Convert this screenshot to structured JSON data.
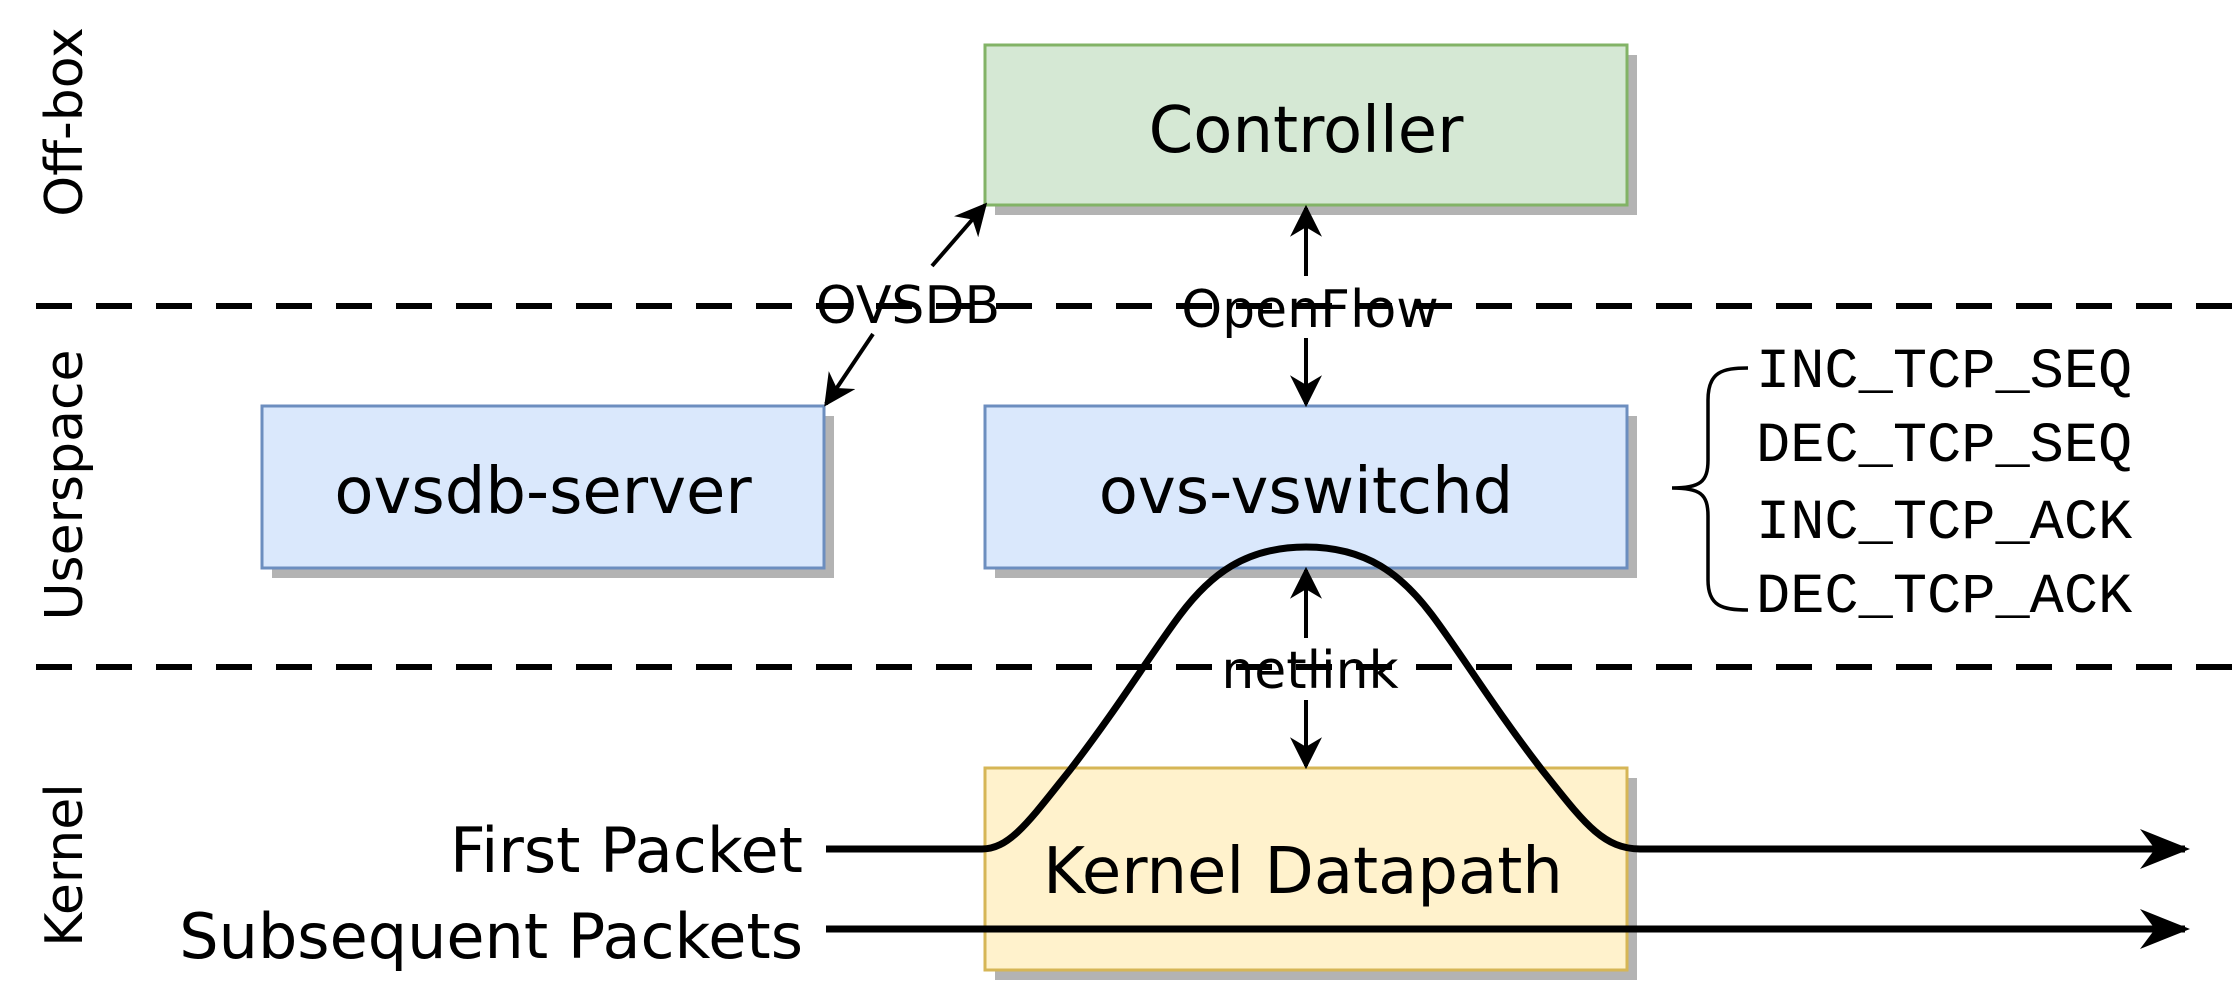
{
  "layers": {
    "offbox": "Off-box",
    "userspace": "Userspace",
    "kernel": "Kernel"
  },
  "nodes": {
    "controller": "Controller",
    "ovsdb_server": "ovsdb-server",
    "ovs_vswitchd": "ovs-vswitchd",
    "kernel_datapath": "Kernel Datapath"
  },
  "edges": {
    "ovsdb": "OVSDB",
    "openflow": "OpenFlow",
    "netlink": "netlink"
  },
  "actions": [
    "INC_TCP_SEQ",
    "DEC_TCP_SEQ",
    "INC_TCP_ACK",
    "DEC_TCP_ACK"
  ],
  "packets": {
    "first": "First Packet",
    "subsequent": "Subsequent Packets"
  },
  "colors": {
    "controller_fill": "#d5e8d4",
    "controller_stroke": "#82b366",
    "userspace_fill": "#dae8fc",
    "userspace_stroke": "#6c8ebf",
    "kernel_fill": "#fff2cc",
    "kernel_stroke": "#d6b656",
    "shadow": "#b3b3b3"
  }
}
